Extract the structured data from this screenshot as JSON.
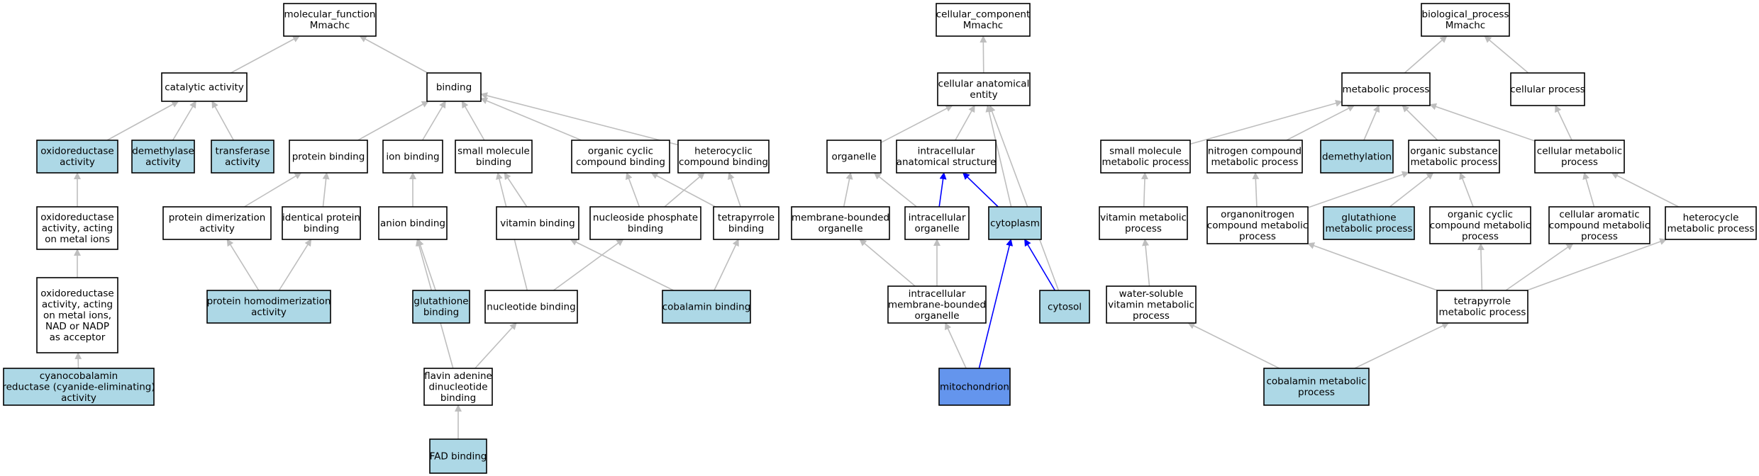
{
  "colors": {
    "plain": "#ffffff",
    "light": "#add8e6",
    "dark": "#6495ed",
    "edge_gray": "#bebebe",
    "edge_blue": "#0000ff"
  },
  "nodes": [
    {
      "id": "mf",
      "lines": [
        "molecular_function",
        "Mmachc"
      ],
      "fill": "plain"
    },
    {
      "id": "catalytic",
      "lines": [
        "catalytic activity"
      ],
      "fill": "plain"
    },
    {
      "id": "binding",
      "lines": [
        "binding"
      ],
      "fill": "plain"
    },
    {
      "id": "oxidoreductase",
      "lines": [
        "oxidoreductase",
        "activity"
      ],
      "fill": "light"
    },
    {
      "id": "demethylase",
      "lines": [
        "demethylase",
        "activity"
      ],
      "fill": "light"
    },
    {
      "id": "transferase",
      "lines": [
        "transferase",
        "activity"
      ],
      "fill": "light"
    },
    {
      "id": "oxido_metal",
      "lines": [
        "oxidoreductase",
        "activity, acting",
        "on metal ions"
      ],
      "fill": "plain"
    },
    {
      "id": "oxido_nadp",
      "lines": [
        "oxidoreductase",
        "activity, acting",
        "on metal ions,",
        "NAD or NADP",
        "as acceptor"
      ],
      "fill": "plain"
    },
    {
      "id": "cyano",
      "lines": [
        "cyanocobalamin",
        "reductase (cyanide-eliminating)",
        "activity"
      ],
      "fill": "light"
    },
    {
      "id": "protein_binding",
      "lines": [
        "protein binding"
      ],
      "fill": "plain"
    },
    {
      "id": "protein_dimer",
      "lines": [
        "protein dimerization",
        "activity"
      ],
      "fill": "plain"
    },
    {
      "id": "identical_protein",
      "lines": [
        "identical protein",
        "binding"
      ],
      "fill": "plain"
    },
    {
      "id": "protein_homodimer",
      "lines": [
        "protein homodimerization",
        "activity"
      ],
      "fill": "light"
    },
    {
      "id": "ion_binding",
      "lines": [
        "ion binding"
      ],
      "fill": "plain"
    },
    {
      "id": "anion_binding",
      "lines": [
        "anion binding"
      ],
      "fill": "plain"
    },
    {
      "id": "glutathione_binding",
      "lines": [
        "glutathione",
        "binding"
      ],
      "fill": "light"
    },
    {
      "id": "small_molecule_binding",
      "lines": [
        "small molecule",
        "binding"
      ],
      "fill": "plain"
    },
    {
      "id": "vitamin_binding",
      "lines": [
        "vitamin binding"
      ],
      "fill": "plain"
    },
    {
      "id": "organic_cyclic_binding",
      "lines": [
        "organic cyclic",
        "compound binding"
      ],
      "fill": "plain"
    },
    {
      "id": "heterocyclic_binding",
      "lines": [
        "heterocyclic",
        "compound binding"
      ],
      "fill": "plain"
    },
    {
      "id": "nucleoside_phosphate",
      "lines": [
        "nucleoside phosphate",
        "binding"
      ],
      "fill": "plain"
    },
    {
      "id": "tetrapyrrole_binding",
      "lines": [
        "tetrapyrrole",
        "binding"
      ],
      "fill": "plain"
    },
    {
      "id": "nucleotide_binding",
      "lines": [
        "nucleotide binding"
      ],
      "fill": "plain"
    },
    {
      "id": "cobalamin_binding",
      "lines": [
        "cobalamin binding"
      ],
      "fill": "light"
    },
    {
      "id": "fad_dinucleotide",
      "lines": [
        "flavin adenine",
        "dinucleotide",
        "binding"
      ],
      "fill": "plain"
    },
    {
      "id": "fad_binding",
      "lines": [
        "FAD binding"
      ],
      "fill": "light"
    },
    {
      "id": "cc",
      "lines": [
        "cellular_component",
        "Mmachc"
      ],
      "fill": "plain"
    },
    {
      "id": "cae",
      "lines": [
        "cellular anatomical",
        "entity"
      ],
      "fill": "plain"
    },
    {
      "id": "organelle",
      "lines": [
        "organelle"
      ],
      "fill": "plain"
    },
    {
      "id": "intra_anat",
      "lines": [
        "intracellular",
        "anatomical structure"
      ],
      "fill": "plain"
    },
    {
      "id": "membrane_org",
      "lines": [
        "membrane-bounded",
        "organelle"
      ],
      "fill": "plain"
    },
    {
      "id": "intra_org",
      "lines": [
        "intracellular",
        "organelle"
      ],
      "fill": "plain"
    },
    {
      "id": "cytoplasm",
      "lines": [
        "cytoplasm"
      ],
      "fill": "light"
    },
    {
      "id": "intra_mem_org",
      "lines": [
        "intracellular",
        "membrane-bounded",
        "organelle"
      ],
      "fill": "plain"
    },
    {
      "id": "cytosol",
      "lines": [
        "cytosol"
      ],
      "fill": "light"
    },
    {
      "id": "mitochondrion",
      "lines": [
        "mitochondrion"
      ],
      "fill": "dark"
    },
    {
      "id": "bp",
      "lines": [
        "biological_process",
        "Mmachc"
      ],
      "fill": "plain"
    },
    {
      "id": "metabolic",
      "lines": [
        "metabolic process"
      ],
      "fill": "plain"
    },
    {
      "id": "cellular_proc",
      "lines": [
        "cellular process"
      ],
      "fill": "plain"
    },
    {
      "id": "small_mol_met",
      "lines": [
        "small molecule",
        "metabolic process"
      ],
      "fill": "plain"
    },
    {
      "id": "nitrogen_met",
      "lines": [
        "nitrogen compound",
        "metabolic process"
      ],
      "fill": "plain"
    },
    {
      "id": "demethylation",
      "lines": [
        "demethylation"
      ],
      "fill": "light"
    },
    {
      "id": "organic_sub_met",
      "lines": [
        "organic substance",
        "metabolic process"
      ],
      "fill": "plain"
    },
    {
      "id": "cellular_met",
      "lines": [
        "cellular metabolic",
        "process"
      ],
      "fill": "plain"
    },
    {
      "id": "vitamin_met",
      "lines": [
        "vitamin metabolic",
        "process"
      ],
      "fill": "plain"
    },
    {
      "id": "organonitrogen_met",
      "lines": [
        "organonitrogen",
        "compound metabolic",
        "process"
      ],
      "fill": "plain"
    },
    {
      "id": "glutathione_met",
      "lines": [
        "glutathione",
        "metabolic process"
      ],
      "fill": "light"
    },
    {
      "id": "organic_cyclic_met",
      "lines": [
        "organic cyclic",
        "compound metabolic",
        "process"
      ],
      "fill": "plain"
    },
    {
      "id": "cell_aromatic_met",
      "lines": [
        "cellular aromatic",
        "compound metabolic",
        "process"
      ],
      "fill": "plain"
    },
    {
      "id": "heterocycle_met",
      "lines": [
        "heterocycle",
        "metabolic process"
      ],
      "fill": "plain"
    },
    {
      "id": "water_vitamin_met",
      "lines": [
        "water-soluble",
        "vitamin metabolic",
        "process"
      ],
      "fill": "plain"
    },
    {
      "id": "tetrapyrrole_met",
      "lines": [
        "tetrapyrrole",
        "metabolic process"
      ],
      "fill": "plain"
    },
    {
      "id": "cobalamin_met",
      "lines": [
        "cobalamin metabolic",
        "process"
      ],
      "fill": "light"
    }
  ],
  "edges": [
    {
      "from": "catalytic",
      "to": "mf",
      "color": "edge_gray"
    },
    {
      "from": "binding",
      "to": "mf",
      "color": "edge_gray"
    },
    {
      "from": "oxidoreductase",
      "to": "catalytic",
      "color": "edge_gray"
    },
    {
      "from": "demethylase",
      "to": "catalytic",
      "color": "edge_gray"
    },
    {
      "from": "transferase",
      "to": "catalytic",
      "color": "edge_gray"
    },
    {
      "from": "oxido_metal",
      "to": "oxidoreductase",
      "color": "edge_gray"
    },
    {
      "from": "oxido_nadp",
      "to": "oxido_metal",
      "color": "edge_gray"
    },
    {
      "from": "cyano",
      "to": "oxido_nadp",
      "color": "edge_gray"
    },
    {
      "from": "protein_binding",
      "to": "binding",
      "color": "edge_gray"
    },
    {
      "from": "ion_binding",
      "to": "binding",
      "color": "edge_gray"
    },
    {
      "from": "small_molecule_binding",
      "to": "binding",
      "color": "edge_gray"
    },
    {
      "from": "organic_cyclic_binding",
      "to": "binding",
      "color": "edge_gray"
    },
    {
      "from": "heterocyclic_binding",
      "to": "binding",
      "color": "edge_gray"
    },
    {
      "from": "protein_dimer",
      "to": "protein_binding",
      "color": "edge_gray"
    },
    {
      "from": "identical_protein",
      "to": "protein_binding",
      "color": "edge_gray"
    },
    {
      "from": "protein_homodimer",
      "to": "protein_dimer",
      "color": "edge_gray"
    },
    {
      "from": "protein_homodimer",
      "to": "identical_protein",
      "color": "edge_gray"
    },
    {
      "from": "anion_binding",
      "to": "ion_binding",
      "color": "edge_gray"
    },
    {
      "from": "glutathione_binding",
      "to": "anion_binding",
      "color": "edge_gray"
    },
    {
      "from": "vitamin_binding",
      "to": "small_molecule_binding",
      "color": "edge_gray"
    },
    {
      "from": "nucleoside_phosphate",
      "to": "organic_cyclic_binding",
      "color": "edge_gray"
    },
    {
      "from": "nucleoside_phosphate",
      "to": "heterocyclic_binding",
      "color": "edge_gray"
    },
    {
      "from": "tetrapyrrole_binding",
      "to": "heterocyclic_binding",
      "color": "edge_gray"
    },
    {
      "from": "tetrapyrrole_binding",
      "to": "organic_cyclic_binding",
      "color": "edge_gray"
    },
    {
      "from": "nucleotide_binding",
      "to": "nucleoside_phosphate",
      "color": "edge_gray"
    },
    {
      "from": "nucleotide_binding",
      "to": "small_molecule_binding",
      "color": "edge_gray"
    },
    {
      "from": "cobalamin_binding",
      "to": "vitamin_binding",
      "color": "edge_gray"
    },
    {
      "from": "cobalamin_binding",
      "to": "tetrapyrrole_binding",
      "color": "edge_gray"
    },
    {
      "from": "fad_dinucleotide",
      "to": "nucleotide_binding",
      "color": "edge_gray"
    },
    {
      "from": "fad_dinucleotide",
      "to": "anion_binding",
      "color": "edge_gray"
    },
    {
      "from": "fad_binding",
      "to": "fad_dinucleotide",
      "color": "edge_gray"
    },
    {
      "from": "cae",
      "to": "cc",
      "color": "edge_gray"
    },
    {
      "from": "organelle",
      "to": "cae",
      "color": "edge_gray"
    },
    {
      "from": "intra_anat",
      "to": "cae",
      "color": "edge_gray"
    },
    {
      "from": "cytoplasm",
      "to": "cae",
      "color": "edge_gray"
    },
    {
      "from": "cytosol",
      "to": "cae",
      "color": "edge_gray"
    },
    {
      "from": "membrane_org",
      "to": "organelle",
      "color": "edge_gray"
    },
    {
      "from": "intra_org",
      "to": "organelle",
      "color": "edge_gray"
    },
    {
      "from": "intra_org",
      "to": "intra_anat",
      "color": "edge_blue"
    },
    {
      "from": "cytoplasm",
      "to": "intra_anat",
      "color": "edge_blue"
    },
    {
      "from": "intra_mem_org",
      "to": "membrane_org",
      "color": "edge_gray"
    },
    {
      "from": "intra_mem_org",
      "to": "intra_org",
      "color": "edge_gray"
    },
    {
      "from": "cytosol",
      "to": "cytoplasm",
      "color": "edge_blue"
    },
    {
      "from": "mitochondrion",
      "to": "intra_mem_org",
      "color": "edge_gray"
    },
    {
      "from": "mitochondrion",
      "to": "cytoplasm",
      "color": "edge_blue"
    },
    {
      "from": "metabolic",
      "to": "bp",
      "color": "edge_gray"
    },
    {
      "from": "cellular_proc",
      "to": "bp",
      "color": "edge_gray"
    },
    {
      "from": "small_mol_met",
      "to": "metabolic",
      "color": "edge_gray"
    },
    {
      "from": "nitrogen_met",
      "to": "metabolic",
      "color": "edge_gray"
    },
    {
      "from": "demethylation",
      "to": "metabolic",
      "color": "edge_gray"
    },
    {
      "from": "organic_sub_met",
      "to": "metabolic",
      "color": "edge_gray"
    },
    {
      "from": "cellular_met",
      "to": "metabolic",
      "color": "edge_gray"
    },
    {
      "from": "cellular_met",
      "to": "cellular_proc",
      "color": "edge_gray"
    },
    {
      "from": "vitamin_met",
      "to": "small_mol_met",
      "color": "edge_gray"
    },
    {
      "from": "organonitrogen_met",
      "to": "nitrogen_met",
      "color": "edge_gray"
    },
    {
      "from": "organonitrogen_met",
      "to": "organic_sub_met",
      "color": "edge_gray"
    },
    {
      "from": "glutathione_met",
      "to": "organic_sub_met",
      "color": "edge_gray"
    },
    {
      "from": "organic_cyclic_met",
      "to": "organic_sub_met",
      "color": "edge_gray"
    },
    {
      "from": "cell_aromatic_met",
      "to": "cellular_met",
      "color": "edge_gray"
    },
    {
      "from": "heterocycle_met",
      "to": "cellular_met",
      "color": "edge_gray"
    },
    {
      "from": "water_vitamin_met",
      "to": "vitamin_met",
      "color": "edge_gray"
    },
    {
      "from": "tetrapyrrole_met",
      "to": "organonitrogen_met",
      "color": "edge_gray"
    },
    {
      "from": "tetrapyrrole_met",
      "to": "organic_cyclic_met",
      "color": "edge_gray"
    },
    {
      "from": "tetrapyrrole_met",
      "to": "cell_aromatic_met",
      "color": "edge_gray"
    },
    {
      "from": "tetrapyrrole_met",
      "to": "heterocycle_met",
      "color": "edge_gray"
    },
    {
      "from": "cobalamin_met",
      "to": "water_vitamin_met",
      "color": "edge_gray"
    },
    {
      "from": "cobalamin_met",
      "to": "tetrapyrrole_met",
      "color": "edge_gray"
    }
  ]
}
